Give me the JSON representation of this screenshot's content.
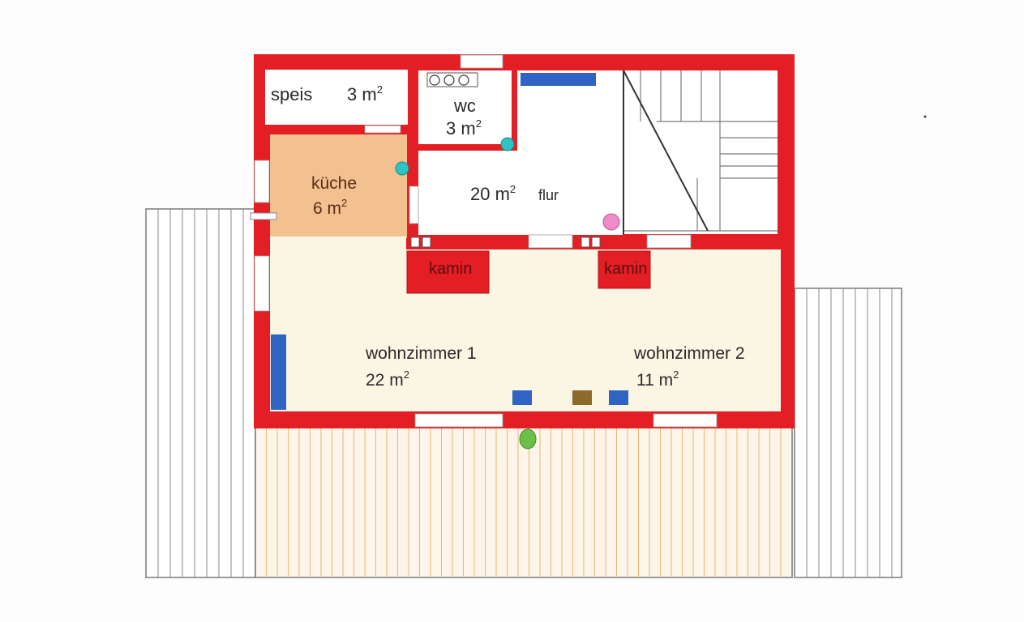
{
  "floor_plan": {
    "rooms": {
      "speis": {
        "name": "speis",
        "area": "3 m",
        "sup": "2"
      },
      "wc": {
        "name": "wc",
        "area": "3 m",
        "sup": "2"
      },
      "kueche": {
        "name": "küche",
        "area": "6 m",
        "sup": "2"
      },
      "flur": {
        "area": "20 m",
        "sup": "2",
        "name": "flur"
      },
      "kamin_1": {
        "name": "kamin"
      },
      "kamin_2": {
        "name": "kamin"
      },
      "wohnzimmer_1": {
        "name": "wohnzimmer 1",
        "area": "22 m",
        "sup": "2"
      },
      "wohnzimmer_2": {
        "name": "wohnzimmer 2",
        "area": "11 m",
        "sup": "2"
      }
    },
    "colors": {
      "wall": "#e31e24",
      "kueche_floor": "#f3c08f",
      "living_floor": "#fbf5e4",
      "terrace": "#fdf5ea",
      "terrace_lines": "#e8b870",
      "deck_lines": "#8a8a8a",
      "radiator": "#2f64c4",
      "marker_cyan": "#2ec4c4",
      "marker_pink": "#f08ac8",
      "marker_green": "#6cc04a",
      "marker_brown": "#8b6a2a"
    }
  }
}
